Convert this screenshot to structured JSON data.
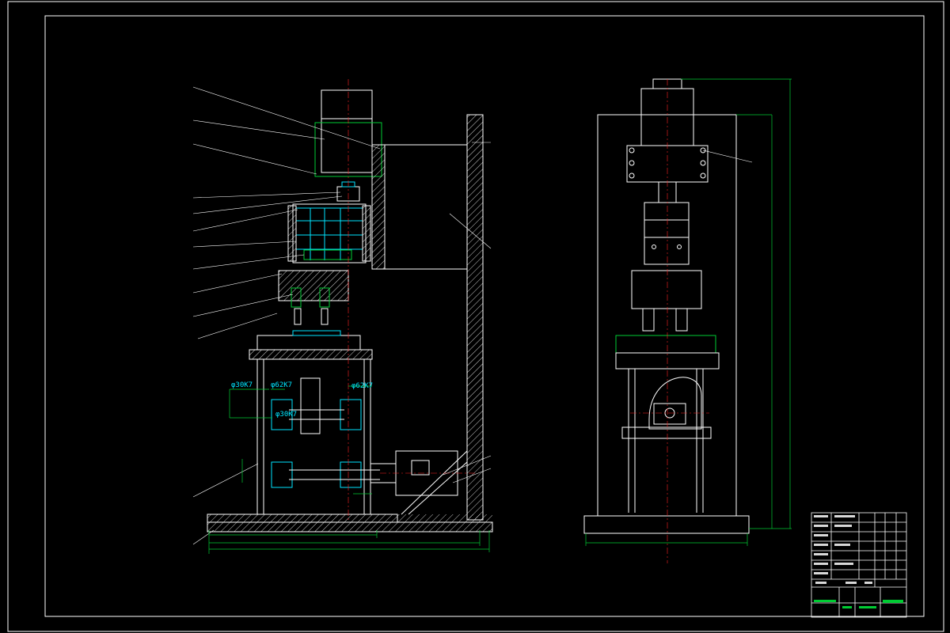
{
  "colors": {
    "background": "#000000",
    "line": "#ffffff",
    "dimension": "#00cc33",
    "section": "#00e5ff",
    "centerline": "#ff2222",
    "hatch": "#ffffff"
  },
  "fits": {
    "fit_1": "φ30K7",
    "fit_2": "φ62K7",
    "fit_3": "φ30K7",
    "fit_4": "φ62K7"
  }
}
